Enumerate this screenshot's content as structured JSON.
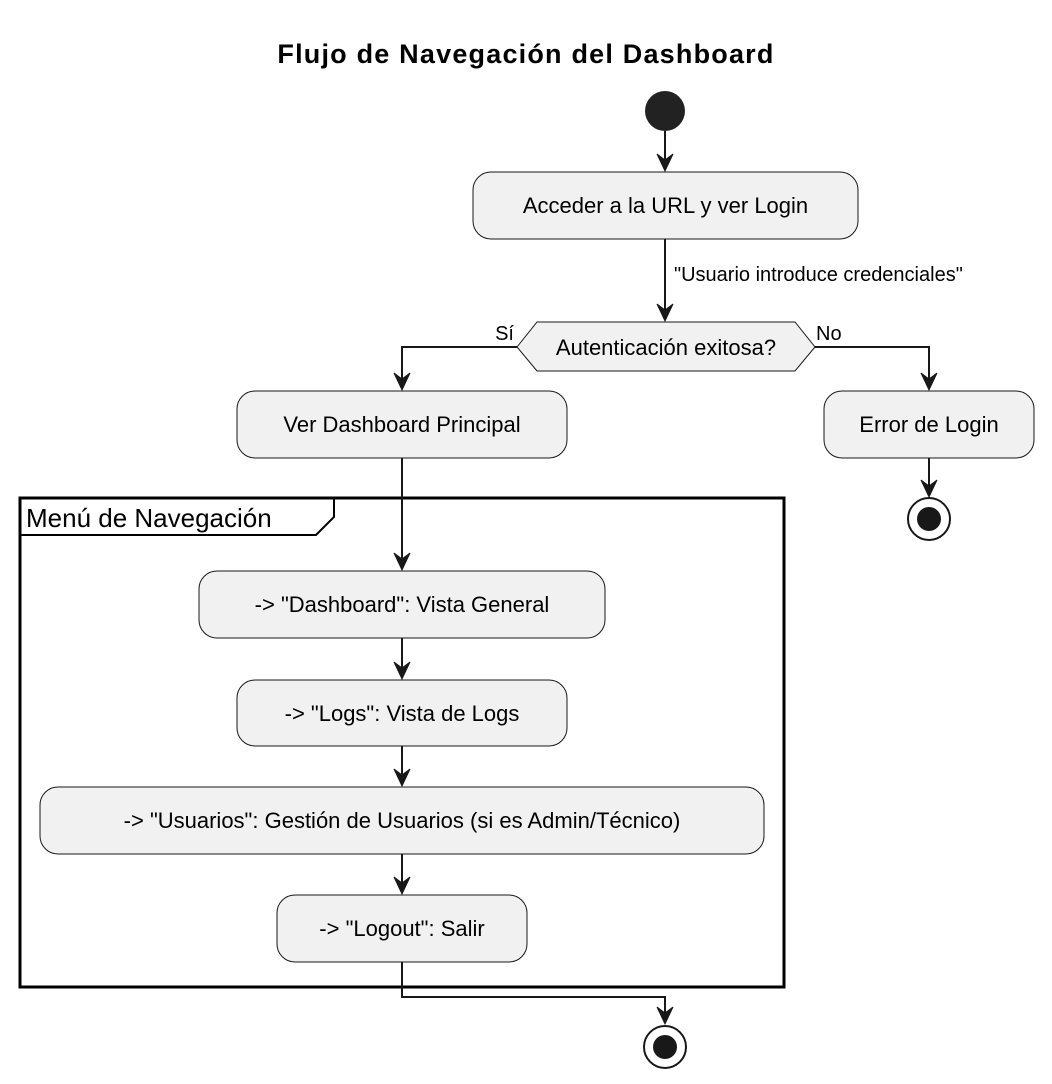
{
  "title": "Flujo de Navegación del Dashboard",
  "nodes": {
    "access_login": "Acceder a la URL y ver Login",
    "decision": "Autenticación exitosa?",
    "view_dashboard": "Ver Dashboard Principal",
    "login_error": "Error de Login",
    "nav_dashboard": "-> \"Dashboard\": Vista General",
    "nav_logs": "-> \"Logs\": Vista de Logs",
    "nav_users": "-> \"Usuarios\": Gestión de Usuarios (si es Admin/Técnico)",
    "nav_logout": "-> \"Logout\": Salir"
  },
  "edges": {
    "credentials_label": "\"Usuario introduce credenciales\"",
    "yes_label": "Sí",
    "no_label": "No"
  },
  "frame": {
    "label": "Menú de Navegación"
  },
  "colors": {
    "node_fill": "#f1f1f1",
    "stroke": "#181818",
    "background": "#ffffff"
  }
}
